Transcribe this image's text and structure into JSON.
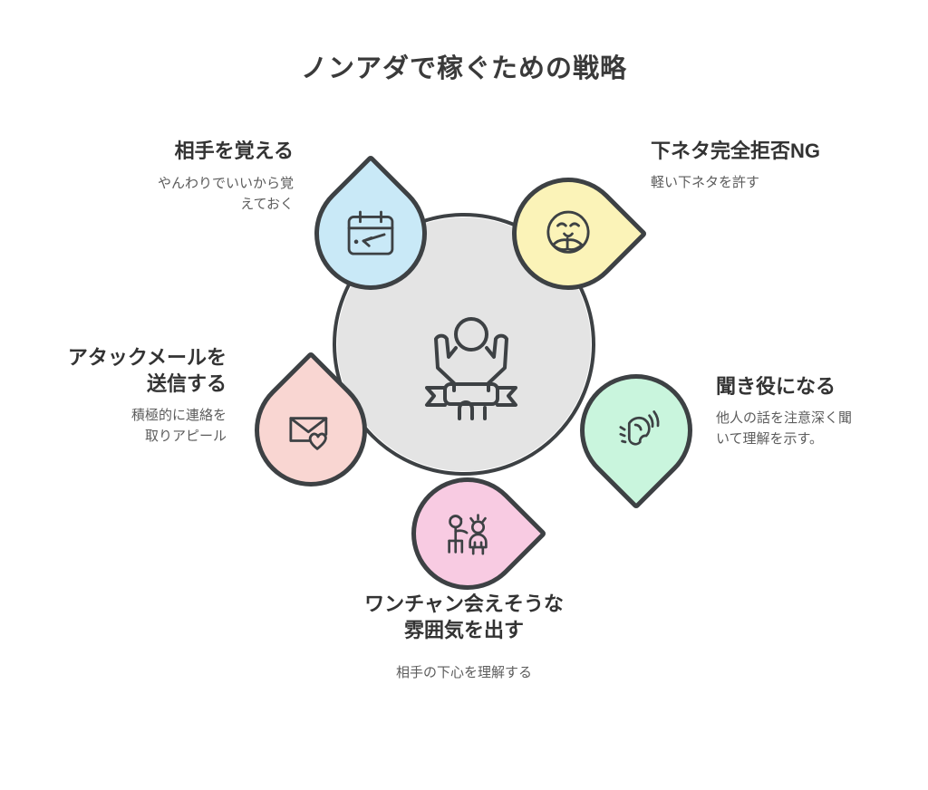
{
  "page": {
    "title": "ノンアダで稼ぐための戦略",
    "background_color": "#ffffff",
    "ink_color": "#3d4144",
    "center_color": "#e4e4e4"
  },
  "center": {
    "icon": "person-celebrating-banner-icon",
    "label": ""
  },
  "items": [
    {
      "id": "remember-partner",
      "position": "top-left",
      "title": "相手を覚える",
      "description": "やんわりでいいから覚\nえておく",
      "icon": "calendar-arrow-icon",
      "color": "#c9e9f7"
    },
    {
      "id": "no-adult-talk",
      "position": "top-right",
      "title": "下ネタ完全拒否NG",
      "description": "軽い下ネタを許す",
      "icon": "smiling-face-reading-icon",
      "color": "#fbf3b8"
    },
    {
      "id": "attack-mail",
      "position": "left",
      "title": "アタックメールを\n送信する",
      "description": "積極的に連絡を\n取りアピール",
      "icon": "mail-heart-icon",
      "color": "#f9d6d2"
    },
    {
      "id": "be-a-listener",
      "position": "right",
      "title": "聞き役になる",
      "description": "他人の話を注意深く聞\nいて理解を示す。",
      "icon": "ear-listening-icon",
      "color": "#c9f5dd"
    },
    {
      "id": "meetable-vibe",
      "position": "bottom",
      "title": "ワンチャン会えそうな\n雰囲気を出す",
      "description": "相手の下心を理解する",
      "icon": "two-people-talking-icon",
      "color": "#f8cbe2"
    }
  ]
}
